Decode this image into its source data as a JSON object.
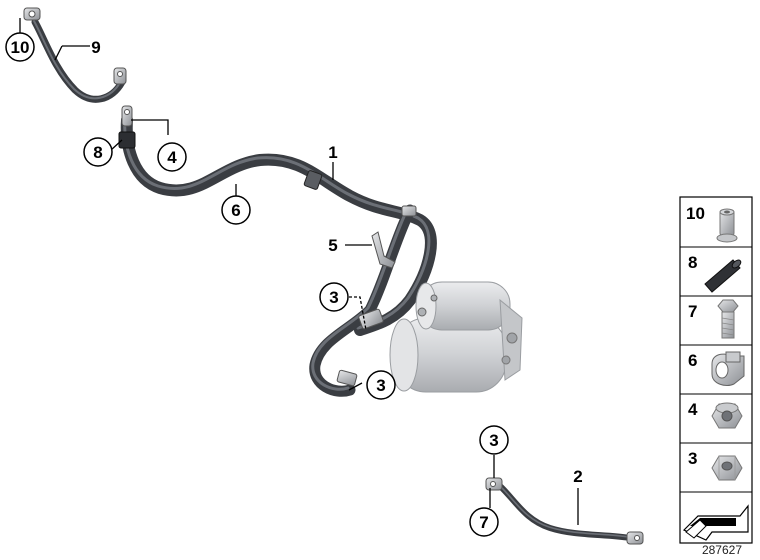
{
  "diagram": {
    "reference_number": "287627",
    "callouts": [
      {
        "id": "c10",
        "label": "10",
        "circled": true
      },
      {
        "id": "c9",
        "label": "9",
        "circled": false
      },
      {
        "id": "c8",
        "label": "8",
        "circled": true
      },
      {
        "id": "c4",
        "label": "4",
        "circled": true
      },
      {
        "id": "c6",
        "label": "6",
        "circled": true
      },
      {
        "id": "c1",
        "label": "1",
        "circled": false
      },
      {
        "id": "c5",
        "label": "5",
        "circled": false
      },
      {
        "id": "c3a",
        "label": "3",
        "circled": true
      },
      {
        "id": "c3b",
        "label": "3",
        "circled": true
      },
      {
        "id": "c3c",
        "label": "3",
        "circled": true
      },
      {
        "id": "c7",
        "label": "7",
        "circled": true
      },
      {
        "id": "c2",
        "label": "2",
        "circled": false
      }
    ],
    "legend": [
      {
        "label": "10",
        "icon": "rivet-nut-icon"
      },
      {
        "label": "8",
        "icon": "rubber-sleeve-icon"
      },
      {
        "label": "7",
        "icon": "hex-bolt-icon"
      },
      {
        "label": "6",
        "icon": "cable-clip-icon"
      },
      {
        "label": "4",
        "icon": "lock-nut-icon"
      },
      {
        "label": "3",
        "icon": "hex-nut-icon"
      },
      {
        "label": "",
        "icon": "arrow-icon"
      }
    ]
  },
  "colors": {
    "cable": "#3a3d42",
    "cable_highlight": "#6b6f76",
    "metal": "#b5b8bc",
    "metal_dark": "#7e8287",
    "starter_body": "#dcdddf",
    "line": "#000000"
  }
}
